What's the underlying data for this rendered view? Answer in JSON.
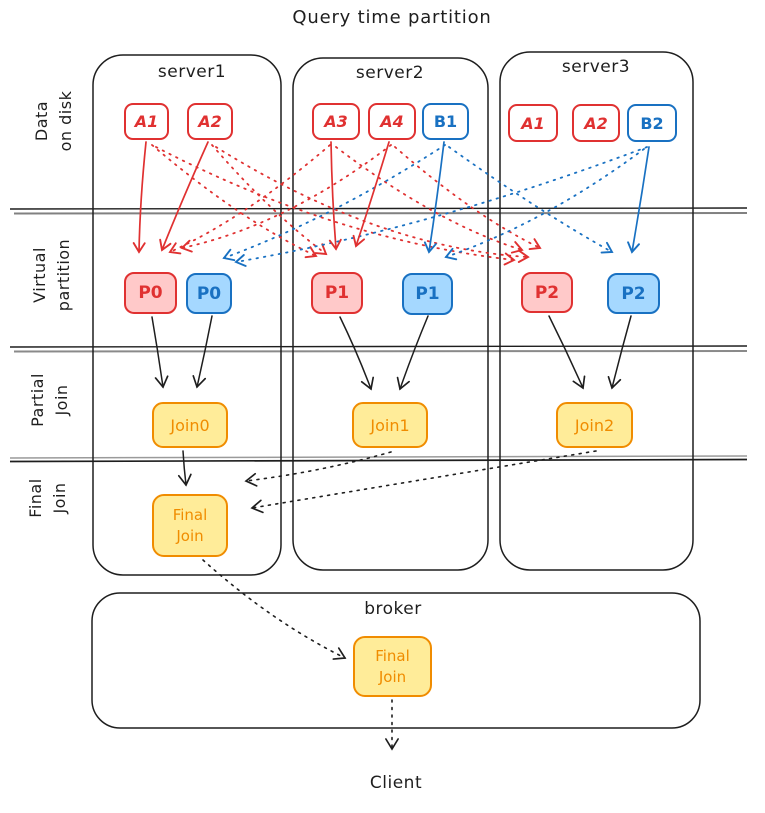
{
  "title": "Query time partition",
  "rows": [
    {
      "line1": "Data",
      "line2": "on disk"
    },
    {
      "line1": "Virtual",
      "line2": "partition"
    },
    {
      "line1": "Partial",
      "line2": "Join"
    },
    {
      "line1": "Final",
      "line2": "Join"
    }
  ],
  "servers": [
    {
      "name": "server1",
      "segments": [
        {
          "label": "A1",
          "color": "red"
        },
        {
          "label": "A2",
          "color": "red"
        }
      ],
      "partitions": [
        {
          "label": "P0",
          "color": "red"
        },
        {
          "label": "P0",
          "color": "blue"
        }
      ],
      "partial_join": "Join0",
      "final_join": {
        "line1": "Final",
        "line2": "Join"
      }
    },
    {
      "name": "server2",
      "segments": [
        {
          "label": "A3",
          "color": "red"
        },
        {
          "label": "A4",
          "color": "red"
        },
        {
          "label": "B1",
          "color": "blue"
        }
      ],
      "partitions": [
        {
          "label": "P1",
          "color": "red"
        },
        {
          "label": "P1",
          "color": "blue"
        }
      ],
      "partial_join": "Join1"
    },
    {
      "name": "server3",
      "segments": [
        {
          "label": "A1",
          "color": "red"
        },
        {
          "label": "A2",
          "color": "red"
        },
        {
          "label": "B2",
          "color": "blue"
        }
      ],
      "partitions": [
        {
          "label": "P2",
          "color": "red"
        },
        {
          "label": "P2",
          "color": "blue"
        }
      ],
      "partial_join": "Join2"
    }
  ],
  "broker": {
    "name": "broker",
    "final_join": {
      "line1": "Final",
      "line2": "Join"
    }
  },
  "client_label": "Client",
  "colors": {
    "red": "#e03131",
    "red_fill": "#ffc9c9",
    "blue": "#1971c2",
    "blue_fill": "#a5d8ff",
    "orange": "#f08c00",
    "orange_fill": "#ffec99",
    "ink": "#1e1e1e"
  }
}
